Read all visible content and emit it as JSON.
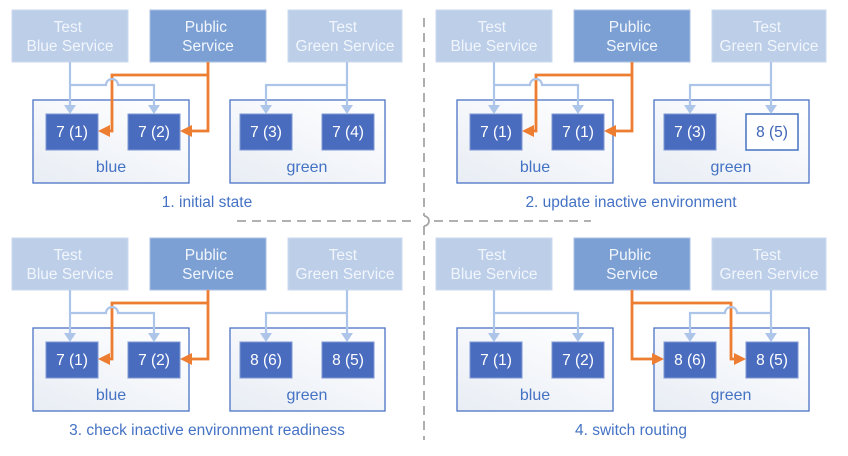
{
  "figure": {
    "services": {
      "test_blue": {
        "line1": "Test",
        "line2": "Blue Service"
      },
      "public": {
        "line1": "Public",
        "line2": "Service"
      },
      "test_green": {
        "line1": "Test",
        "line2": "Green Service"
      }
    },
    "steps": [
      {
        "caption": "1. initial state",
        "public_routes_to": "blue",
        "blue_env": {
          "label": "blue",
          "instances": [
            "7 (1)",
            "7 (2)"
          ]
        },
        "green_env": {
          "label": "green",
          "instances": [
            "7 (3)",
            "7 (4)"
          ]
        }
      },
      {
        "caption": "2. update inactive environment",
        "public_routes_to": "blue",
        "blue_env": {
          "label": "blue",
          "instances": [
            "7 (1)",
            "7 (1)"
          ]
        },
        "green_env": {
          "label": "green",
          "instances": [
            "7 (3)",
            "8 (5)"
          ],
          "updated_instance": "8 (5)"
        }
      },
      {
        "caption": "3. check inactive environment readiness",
        "public_routes_to": "blue",
        "blue_env": {
          "label": "blue",
          "instances": [
            "7 (1)",
            "7 (2)"
          ]
        },
        "green_env": {
          "label": "green",
          "instances": [
            "8 (6)",
            "8 (5)"
          ]
        }
      },
      {
        "caption": "4. switch routing",
        "public_routes_to": "green",
        "blue_env": {
          "label": "blue",
          "instances": [
            "7 (1)",
            "7 (2)"
          ]
        },
        "green_env": {
          "label": "green",
          "instances": [
            "8 (6)",
            "8 (5)"
          ]
        }
      }
    ]
  },
  "colors": {
    "public_route_orange": "#ED7D31",
    "accent_blue": "#4472C4",
    "service_light_blue": "#BCCEE8",
    "service_medium_blue": "#7CA0D3",
    "instance_blue": "#4A6CBF",
    "connector_light_blue": "#ADC5E8",
    "divider_gray": "#A6A6A6"
  }
}
